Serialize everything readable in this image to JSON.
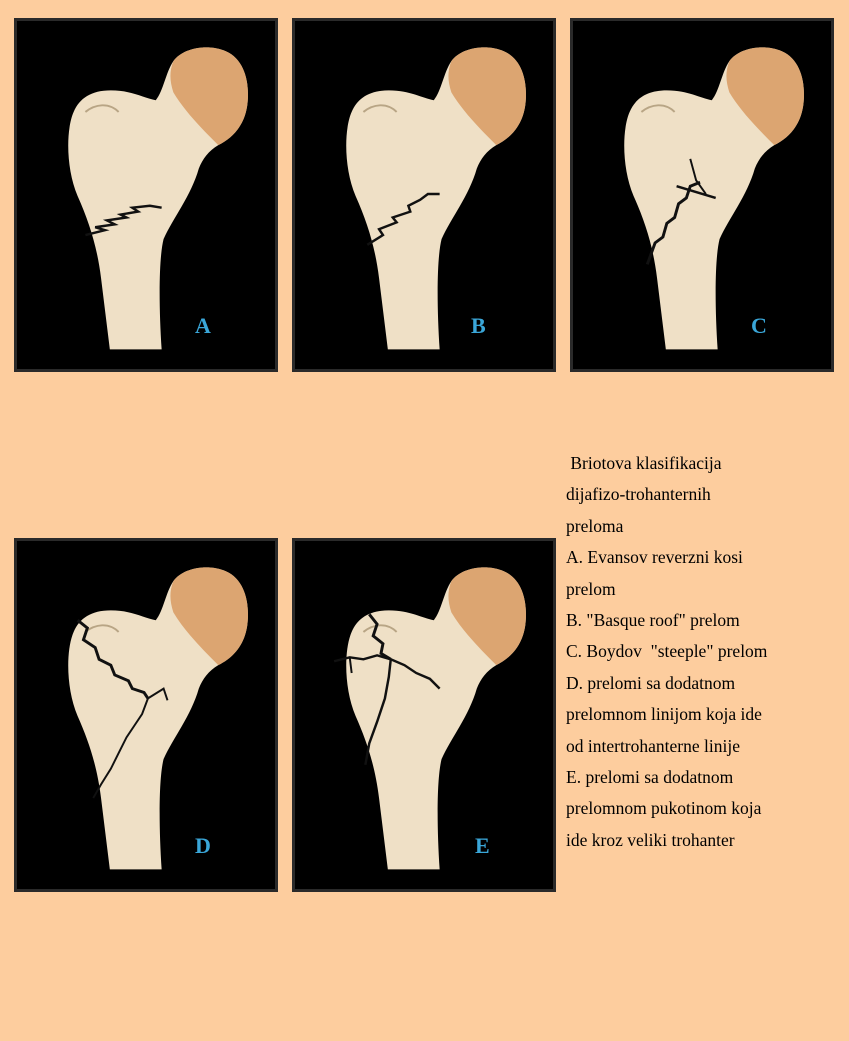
{
  "colors": {
    "background": "#fdcd9e",
    "panel": "#000000",
    "bone": "#efe0c6",
    "head": "#d89a62",
    "fracture": "#111111",
    "label": "#3aa6d8"
  },
  "panels": [
    {
      "letter": "A",
      "fracture": "horizontal-intertrochanteric-line"
    },
    {
      "letter": "B",
      "fracture": "oblique-intertrochanteric-line"
    },
    {
      "letter": "C",
      "fracture": "steep-oblique-step-line"
    },
    {
      "letter": "D",
      "fracture": "long-spiral-with-trochanter-line"
    },
    {
      "letter": "E",
      "fracture": "comminuted-greater-trochanter-lines"
    }
  ],
  "caption": {
    "lines": [
      " Briotova klasifikacija",
      "dijafizo-trohanternih",
      "preloma",
      "A. Evansov reverzni kosi",
      "prelom",
      "B. \"Basque roof\" prelom",
      "C. Boydov  \"steeple\" prelom",
      "D. prelomi sa dodatnom",
      "prelomnom linijom koja ide",
      "od intertrohanterne linije",
      "E. prelomi sa dodatnom",
      "prelomnom pukotinom koja",
      "ide kroz veliki trohanter"
    ]
  }
}
